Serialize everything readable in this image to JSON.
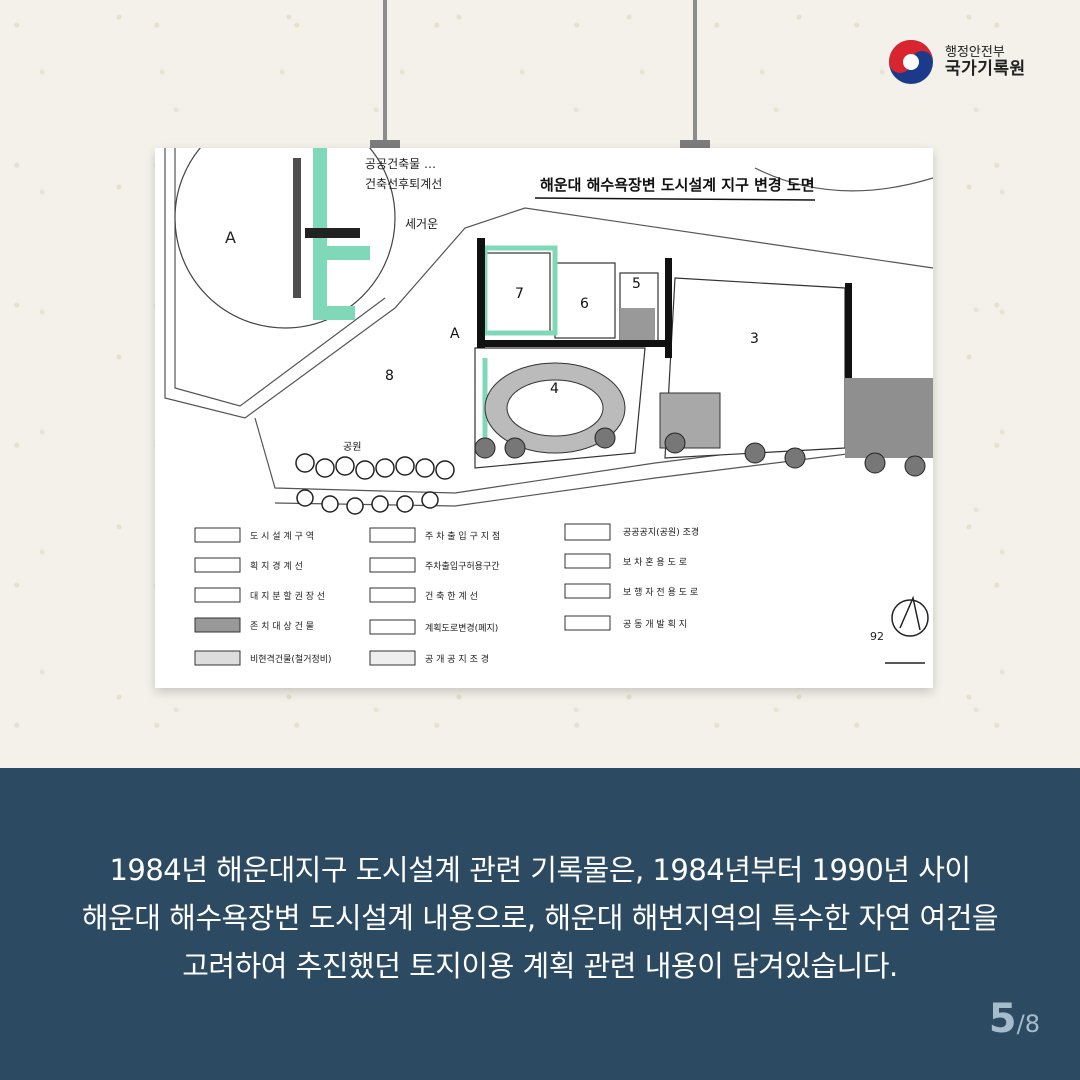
{
  "logo": {
    "line1": "행정안전부",
    "line2": "국가기록원"
  },
  "document": {
    "title": "해운대 해수욕장변 도시설계 지구 변경 도면",
    "labels": [
      "A",
      "A",
      "3",
      "4",
      "5",
      "6",
      "7",
      "8",
      "공원",
      "92"
    ],
    "legend": [
      "도 시 설 계 구 역",
      "획 지 경 계 선",
      "대 지 분 할 권 장 선",
      "존 치 대 상 건 물",
      "비현격건물(철거정비)",
      "주 차 출 입 구 지 점",
      "주차출입구허용구간",
      "건 축 한 계 선",
      "계획도로변경(폐지)",
      "공 개 공 지 조 경",
      "공공공지(공원) 조경",
      "보 차 혼 용 도 로",
      "보 행 자 전 용 도 로",
      "공 동 개 발 획 지"
    ]
  },
  "caption": {
    "line1": "1984년 해운대지구 도시설계 관련 기록물은, 1984년부터 1990년 사이",
    "line2": "해운대 해수욕장변 도시설계 내용으로, 해운대 해변지역의 특수한 자연 여건을",
    "line3": "고려하여 추진했던 토지이용 계획 관련 내용이 담겨있습니다."
  },
  "pagination": {
    "current": "5",
    "separator": "/",
    "total": "8"
  },
  "colors": {
    "panel": "#2c4a61",
    "accent_green": "#7fd9b9",
    "page_indicator": "#a7bccb"
  }
}
